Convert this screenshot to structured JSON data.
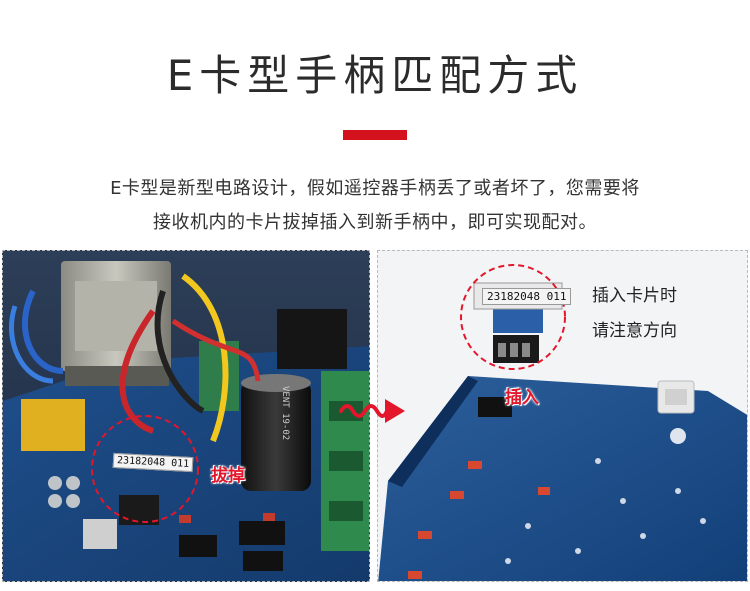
{
  "header": {
    "title": "E卡型手柄匹配方式",
    "accent_color": "#d4121e"
  },
  "description": {
    "line1": "E卡型是新型电路设计，假如遥控器手柄丢了或者坏了，您需要将",
    "line2": "接收机内的卡片拔掉插入到新手柄中，即可实现配对。"
  },
  "left_photo": {
    "chip_code": "23182048 011",
    "action_label": "拔掉",
    "capacitor_text": "VENT 19-02"
  },
  "right_photo": {
    "chip_code": "23182048 011",
    "action_label": "插入",
    "note_line1": "插入卡片时",
    "note_line2": "请注意方向"
  },
  "arrow_icon": "squiggle-arrow-right"
}
